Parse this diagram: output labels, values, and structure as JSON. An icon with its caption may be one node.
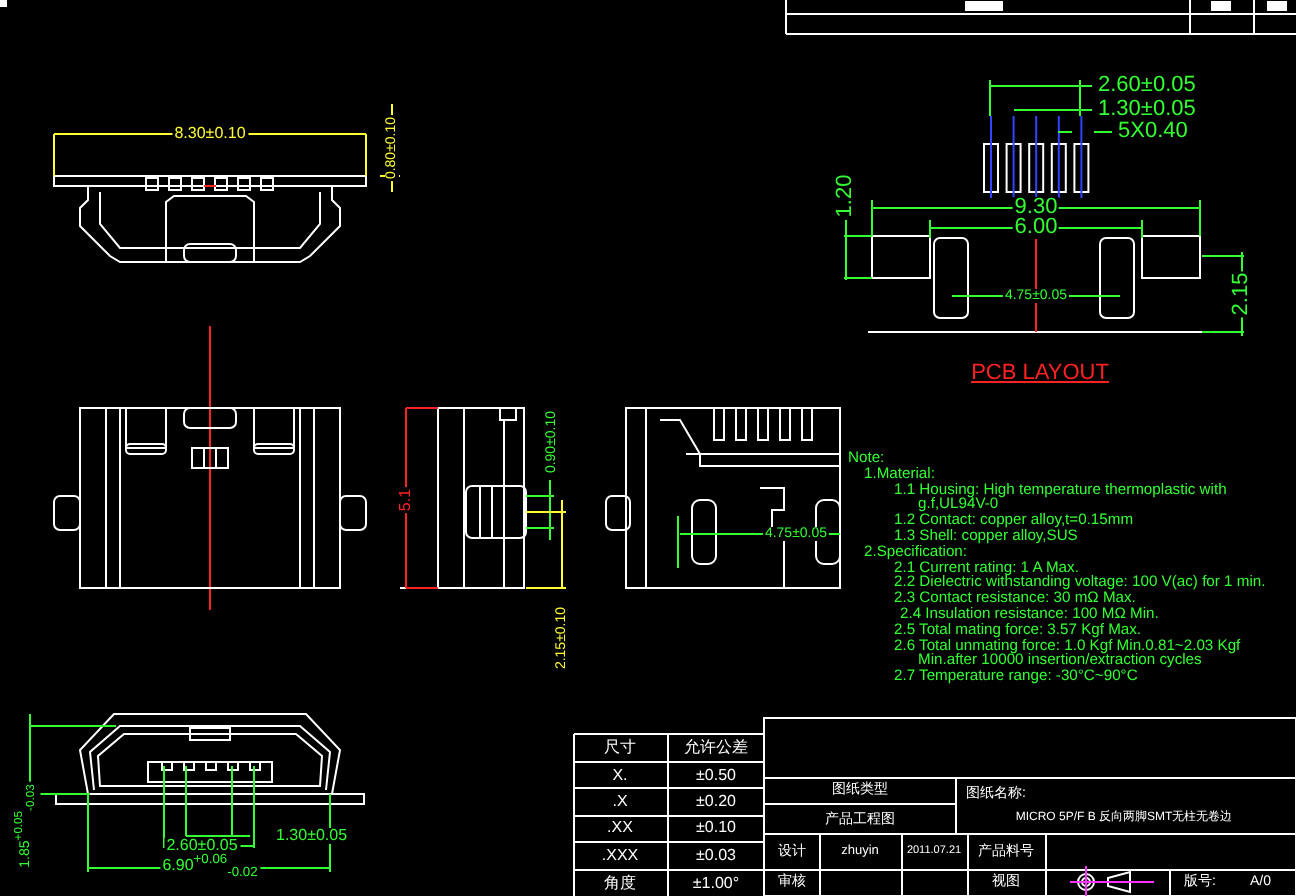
{
  "diagram": {
    "labels": [
      "8.30±0.10",
      "0.80±0.10",
      "2.60±0.05",
      "1.30±0.05",
      "5X0.40",
      "1.20",
      "9.30",
      "6.00",
      "4.75±0.05",
      "2.15",
      "PCB LAYOUT",
      "5.1",
      "0.90±0.10",
      "4.75±0.05",
      "2.15±0.10",
      "Note:",
      "1.Material:",
      "1.1 Housing: High temperature thermoplastic with g.f,UL94V-0",
      "1.2 Contact: copper alloy,t=0.15mm",
      "1.3 Shell: copper alloy,SUS",
      "2.Specification:",
      "2.1 Current rating: 1 A Max.",
      "2.2 Dielectric withstanding voltage: 100 V(ac) for 1 min.",
      "2.3 Contact resistance: 30 mΩ Max.",
      "2.4 Insulation resistance: 100 MΩ Min.",
      "2.5 Total mating force: 3.57 Kgf Max.",
      "2.6 Total unmating force: 1.0 Kgf Min.0.81~2.03 Kgf Min.after 10000 insertion/extraction cycles",
      "2.7 Temperature range: -30°C~90°C",
      "1.85$^{+0.05}$$_{-0.03}$",
      "1.30±0.05",
      "2.60±0.05",
      "6.90$^{+0.06}$$_{-0.02}$",
      "尺寸",
      "允许公差",
      "X.",
      "±0.50",
      ".X",
      "±0.20",
      ".XX",
      "±0.10",
      ".XXX",
      "±0.03",
      "角度",
      "±1.00°",
      "图纸类型",
      "图纸名称:",
      "产品工程图",
      "MICRO 5P/F B 反向两脚SMT无柱无卷边",
      "设计",
      "zhuyin",
      "2011.07.21",
      "产品料号",
      "审核",
      "视图",
      "版号:",
      "A/0"
    ]
  }
}
